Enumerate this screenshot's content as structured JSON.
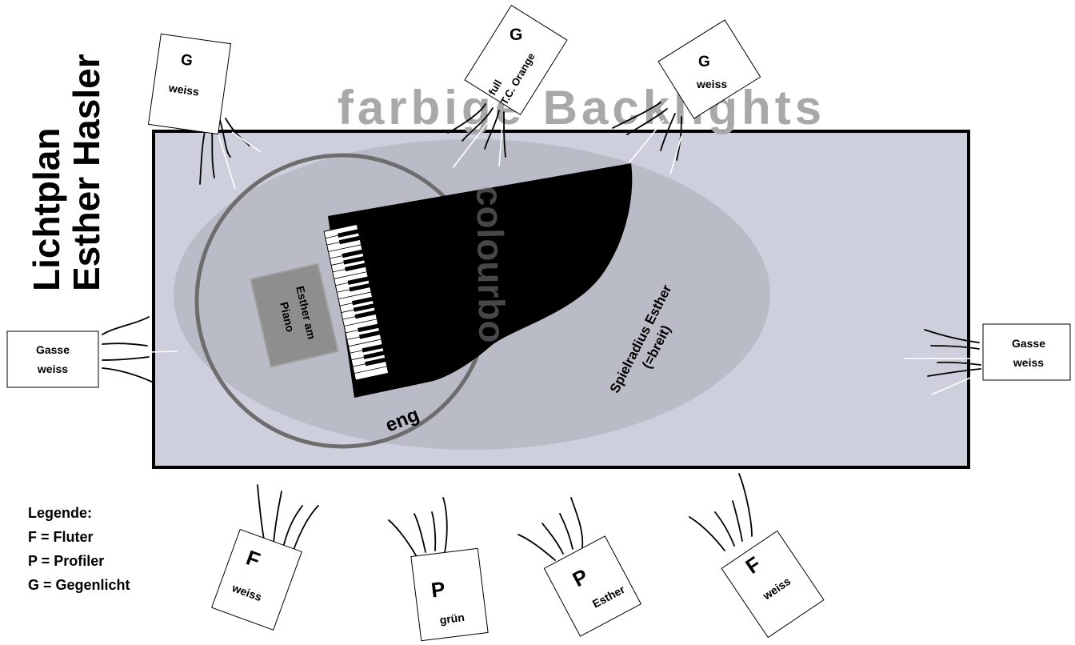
{
  "title": {
    "line1": "Lichtplan",
    "line2": "Esther Hasler"
  },
  "banner": "farbige Backlights",
  "watermark": "colourbo",
  "stage": {
    "piano_label": {
      "line1": "Esther am",
      "line2": "Piano"
    },
    "circle_label": "eng",
    "ellipse_label": {
      "line1": "Spielradius Esther",
      "line2": "(=breit)"
    }
  },
  "fixtures": {
    "top_left": {
      "type": "G",
      "color": "weiss"
    },
    "top_center": {
      "type": "G",
      "color_line1": "full",
      "color_line2": "T.C. Orange"
    },
    "top_right": {
      "type": "G",
      "color": "weiss"
    },
    "left": {
      "line1": "Gasse",
      "line2": "weiss"
    },
    "right": {
      "line1": "Gasse",
      "line2": "weiss"
    },
    "bottom_1": {
      "type": "F",
      "color": "weiss"
    },
    "bottom_2": {
      "type": "P",
      "color": "grün"
    },
    "bottom_3": {
      "type": "P",
      "color": "Esther"
    },
    "bottom_4": {
      "type": "F",
      "color": "weiss"
    }
  },
  "legend": {
    "heading": "Legende:",
    "items": [
      "F = Fluter",
      "P = Profiler",
      "G = Gegenlicht"
    ]
  },
  "colors": {
    "stage_fill": "#cdd0dc",
    "ellipse_fill": "#b7b9c4",
    "circle_stroke": "#6d6d6d",
    "piano": "#000000",
    "banner_text": "#a8a8a8",
    "bench_fill": "#8e8e8e"
  }
}
